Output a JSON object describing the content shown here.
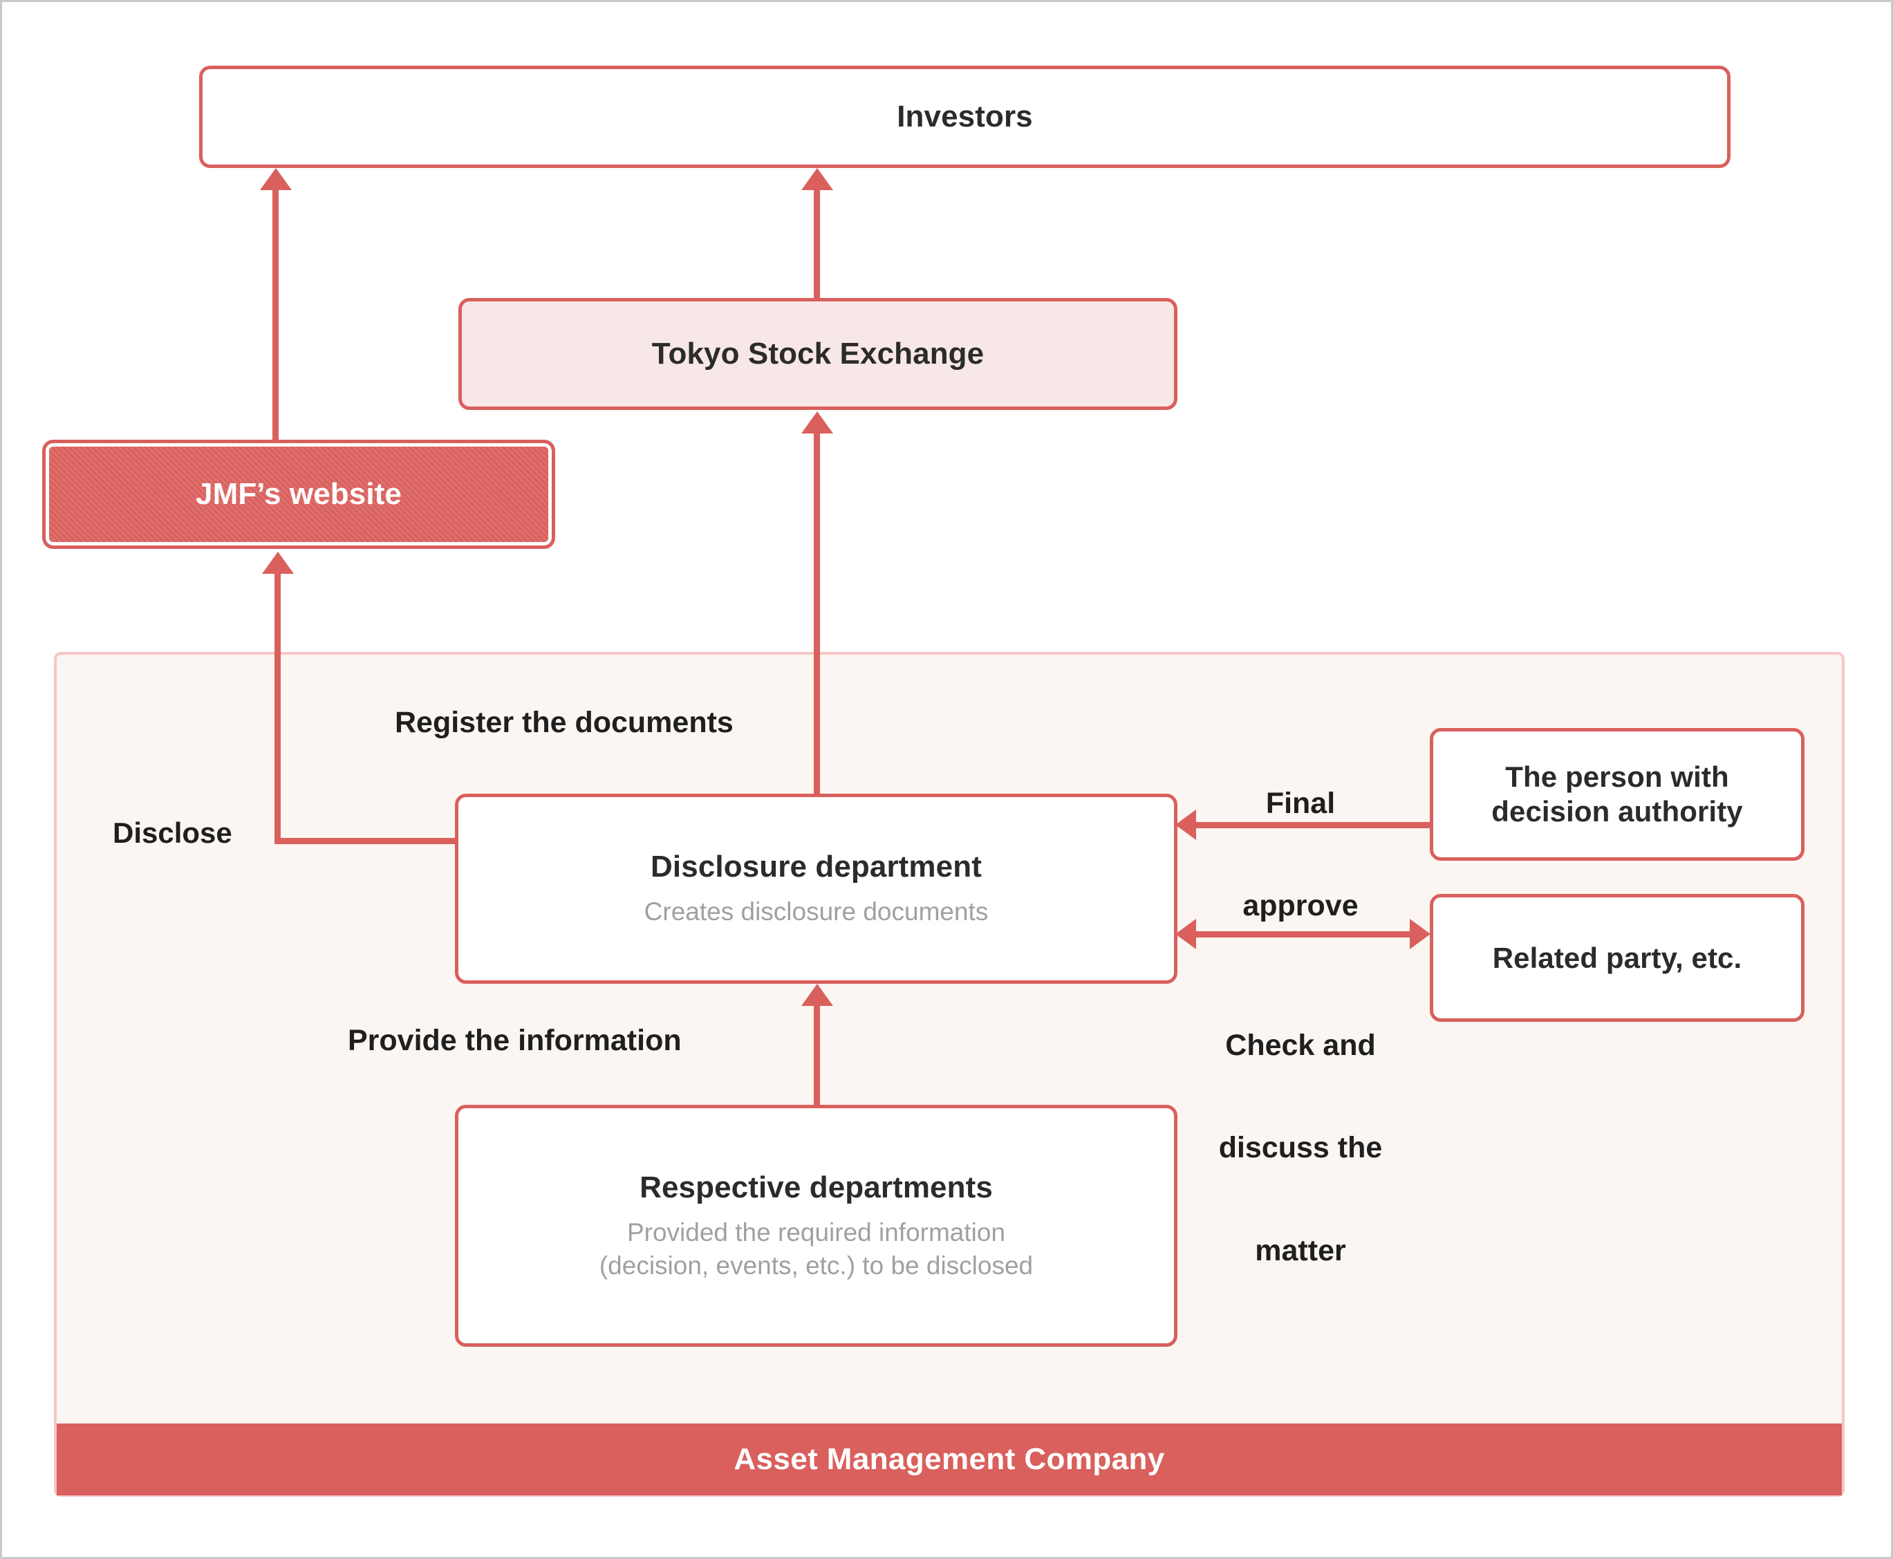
{
  "diagram": {
    "title": "Disclosure flow",
    "colors": {
      "accent_red": "#d9605d",
      "panel_bg": "#fbf6f2",
      "panel_border": "#f5c6c6",
      "tse_fill": "#f8e7e7",
      "sub_text": "#a0a0a0",
      "frame_border": "#c9c9c9"
    }
  },
  "nodes": {
    "investors": {
      "label": "Investors"
    },
    "tokyo_stock_exchange": {
      "label": "Tokyo Stock  Exchange"
    },
    "jmf_website": {
      "label": "JMF’s website"
    },
    "disclosure_department": {
      "label": "Disclosure department",
      "sub": "Creates disclosure documents"
    },
    "respective_departments": {
      "label": "Respective departments",
      "sub_line1": "Provided the required information",
      "sub_line2": "(decision, events, etc.) to be disclosed"
    },
    "decision_authority": {
      "line1": "The person with",
      "line2": "decision authority"
    },
    "related_party": {
      "label": "Related party, etc."
    }
  },
  "panel": {
    "footer_label": "Asset  Management Company"
  },
  "edges": {
    "disclose": "Disclose",
    "register_documents": "Register the documents",
    "provide_information": "Provide the information",
    "final_approve_line1": "Final",
    "final_approve_line2": "approve",
    "check_discuss_line1": "Check and",
    "check_discuss_line2": "discuss the",
    "check_discuss_line3": "matter"
  }
}
